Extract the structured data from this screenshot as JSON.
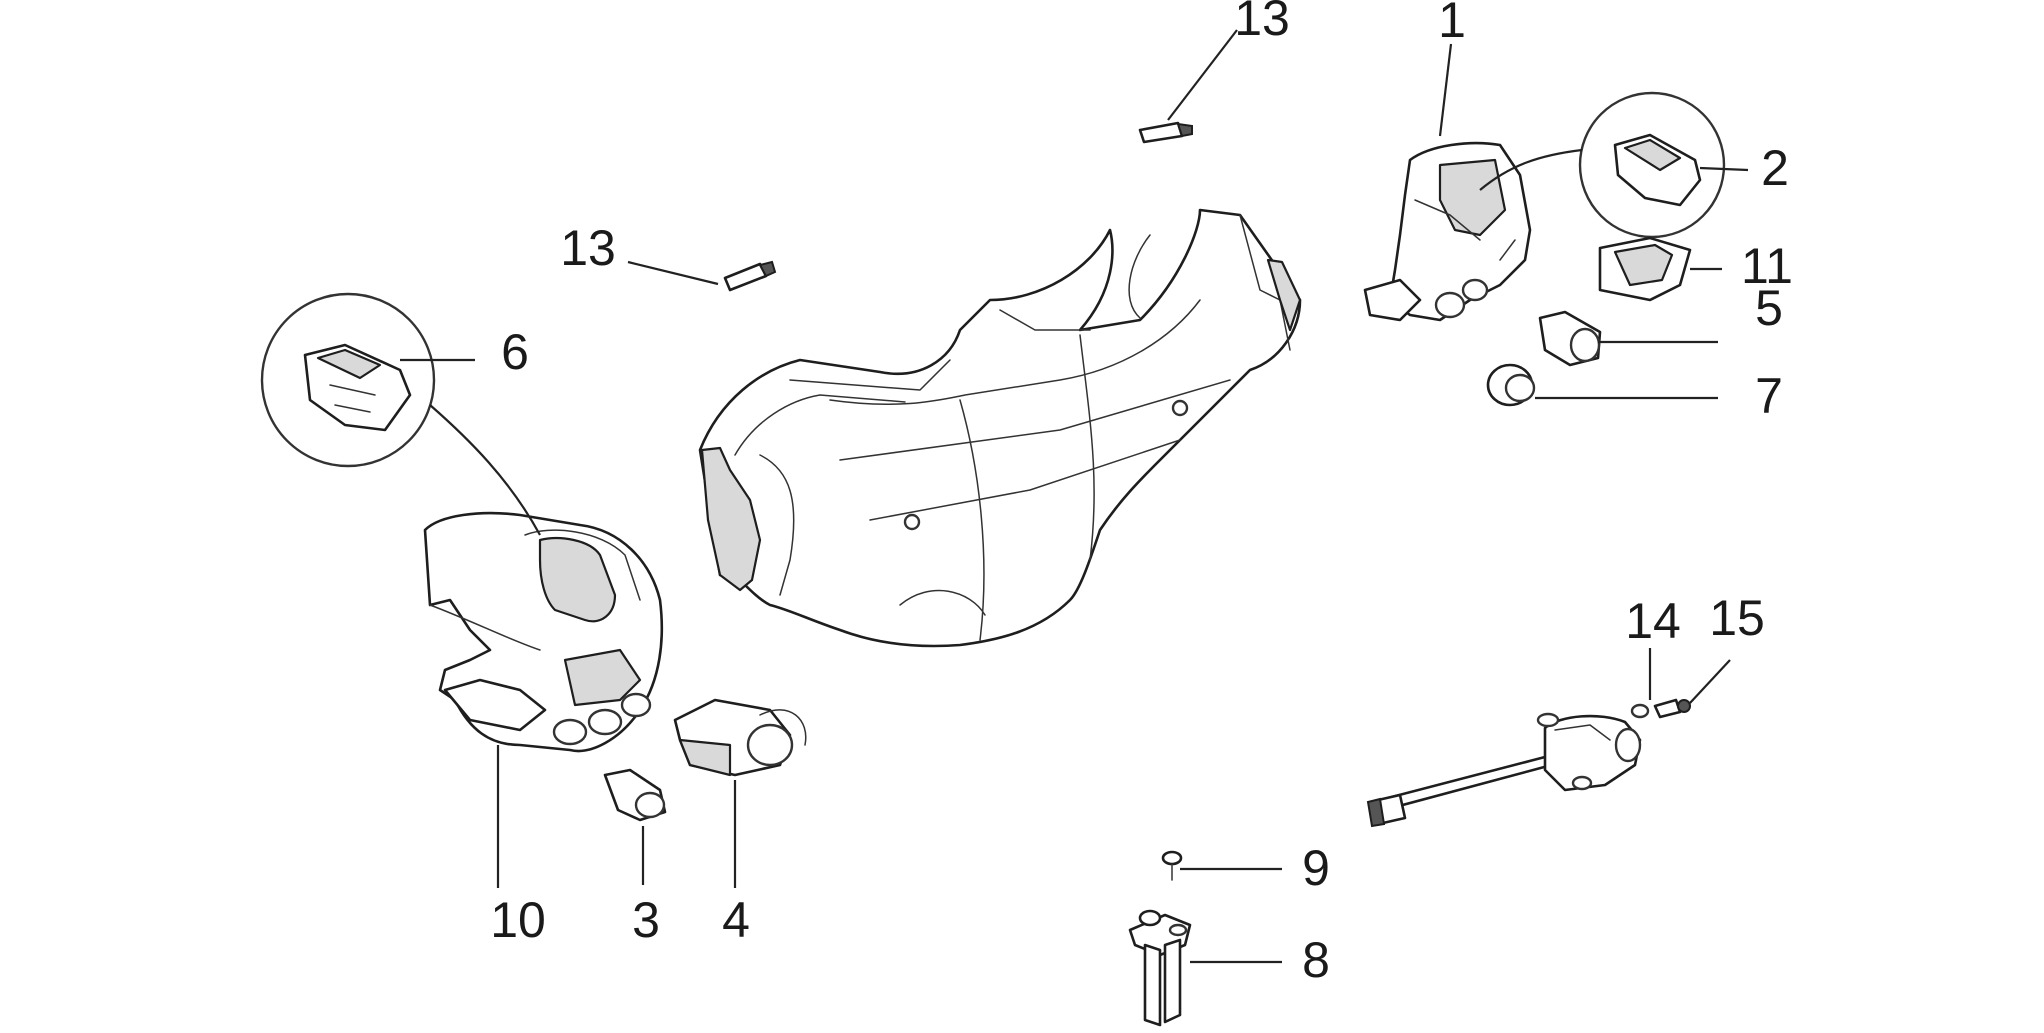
{
  "callouts": [
    {
      "id": "c1",
      "label": "1"
    },
    {
      "id": "c2",
      "label": "2"
    },
    {
      "id": "c3",
      "label": "3"
    },
    {
      "id": "c4",
      "label": "4"
    },
    {
      "id": "c5",
      "label": "5"
    },
    {
      "id": "c6",
      "label": "6"
    },
    {
      "id": "c7",
      "label": "7"
    },
    {
      "id": "c8",
      "label": "8"
    },
    {
      "id": "c9",
      "label": "9"
    },
    {
      "id": "c10",
      "label": "10"
    },
    {
      "id": "c11",
      "label": "11"
    },
    {
      "id": "c13a",
      "label": "13"
    },
    {
      "id": "c13b",
      "label": "13"
    },
    {
      "id": "c14",
      "label": "14"
    },
    {
      "id": "c15",
      "label": "15"
    }
  ]
}
